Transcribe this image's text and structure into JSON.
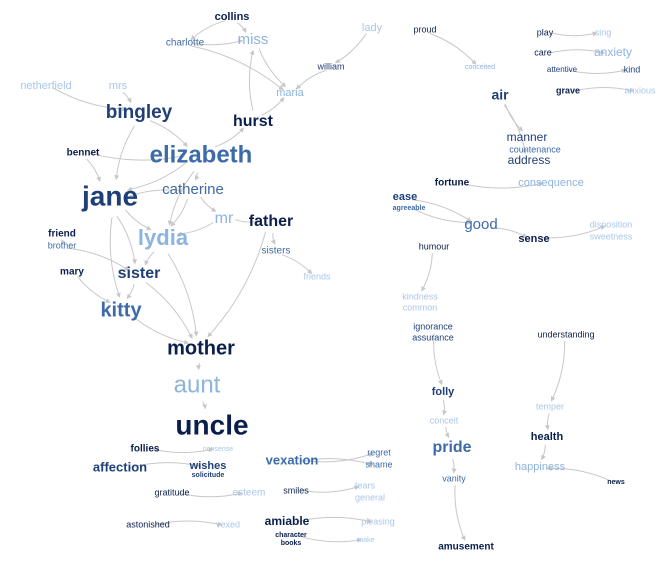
{
  "palette": {
    "c1": "#0b1f4d",
    "c2": "#1f3f78",
    "c3": "#3d6aa8",
    "c4": "#8db3df",
    "c5": "#a9c6e8",
    "edge": "#c8c8c8"
  },
  "nodes": [
    {
      "id": "collins",
      "label": "collins",
      "tone": "c1",
      "size": 11,
      "bold": true
    },
    {
      "id": "charlotte",
      "label": "charlotte",
      "tone": "c3",
      "size": 10
    },
    {
      "id": "miss",
      "label": "miss",
      "tone": "c4",
      "size": 15
    },
    {
      "id": "lady",
      "label": "lady",
      "tone": "c5",
      "size": 11
    },
    {
      "id": "william",
      "label": "william",
      "tone": "c2",
      "size": 9
    },
    {
      "id": "maria",
      "label": "maria",
      "tone": "c4",
      "size": 11
    },
    {
      "id": "netherfield",
      "label": "netherfield",
      "tone": "c5",
      "size": 11
    },
    {
      "id": "mrs",
      "label": "mrs",
      "tone": "c5",
      "size": 11
    },
    {
      "id": "bingley",
      "label": "bingley",
      "tone": "c2",
      "size": 19,
      "bold": true
    },
    {
      "id": "hurst",
      "label": "hurst",
      "tone": "c1",
      "size": 16,
      "bold": true
    },
    {
      "id": "bennet",
      "label": "bennet",
      "tone": "c1",
      "size": 10,
      "bold": true
    },
    {
      "id": "elizabeth",
      "label": "elizabeth",
      "tone": "c3",
      "size": 24,
      "bold": true
    },
    {
      "id": "jane",
      "label": "jane",
      "tone": "c2",
      "size": 28,
      "bold": true
    },
    {
      "id": "catherine",
      "label": "catherine",
      "tone": "c3",
      "size": 15
    },
    {
      "id": "mr",
      "label": "mr",
      "tone": "c4",
      "size": 16
    },
    {
      "id": "father",
      "label": "father",
      "tone": "c1",
      "size": 16,
      "bold": true
    },
    {
      "id": "friend",
      "label": "friend",
      "tone": "c1",
      "size": 10,
      "bold": true
    },
    {
      "id": "brother",
      "label": "brother",
      "tone": "c3",
      "size": 9
    },
    {
      "id": "lydia",
      "label": "lydia",
      "tone": "c4",
      "size": 22,
      "bold": true
    },
    {
      "id": "sisters",
      "label": "sisters",
      "tone": "c3",
      "size": 10
    },
    {
      "id": "friends",
      "label": "friends",
      "tone": "c5",
      "size": 9
    },
    {
      "id": "mary",
      "label": "mary",
      "tone": "c1",
      "size": 10,
      "bold": true
    },
    {
      "id": "sister",
      "label": "sister",
      "tone": "c2",
      "size": 16,
      "bold": true
    },
    {
      "id": "kitty",
      "label": "kitty",
      "tone": "c3",
      "size": 20,
      "bold": true
    },
    {
      "id": "mother",
      "label": "mother",
      "tone": "c1",
      "size": 20,
      "bold": true
    },
    {
      "id": "aunt",
      "label": "aunt",
      "tone": "c4",
      "size": 24
    },
    {
      "id": "uncle",
      "label": "uncle",
      "tone": "c1",
      "size": 28,
      "bold": true
    },
    {
      "id": "follies",
      "label": "follies",
      "tone": "c1",
      "size": 10,
      "bold": true
    },
    {
      "id": "nonsense",
      "label": "nonsense",
      "tone": "c5",
      "size": 7
    },
    {
      "id": "affection",
      "label": "affection",
      "tone": "c2",
      "size": 13,
      "bold": true
    },
    {
      "id": "wishes",
      "label": "wishes",
      "tone": "c2",
      "size": 11,
      "bold": true
    },
    {
      "id": "solicitude",
      "label": "solicitude",
      "tone": "c2",
      "size": 7,
      "bold": true
    },
    {
      "id": "gratitude",
      "label": "gratitude",
      "tone": "c1",
      "size": 9
    },
    {
      "id": "esteem",
      "label": "esteem",
      "tone": "c5",
      "size": 10
    },
    {
      "id": "astonished",
      "label": "astonished",
      "tone": "c1",
      "size": 9
    },
    {
      "id": "vexed",
      "label": "vexed",
      "tone": "c5",
      "size": 9
    },
    {
      "id": "vexation",
      "label": "vexation",
      "tone": "c3",
      "size": 13,
      "bold": true
    },
    {
      "id": "regret",
      "label": "regret",
      "tone": "c3",
      "size": 9
    },
    {
      "id": "shame",
      "label": "shame",
      "tone": "c3",
      "size": 9
    },
    {
      "id": "smiles",
      "label": "smiles",
      "tone": "c1",
      "size": 9
    },
    {
      "id": "tears",
      "label": "tears",
      "tone": "c5",
      "size": 9
    },
    {
      "id": "general",
      "label": "general",
      "tone": "c5",
      "size": 9
    },
    {
      "id": "amiable",
      "label": "amiable",
      "tone": "c1",
      "size": 12,
      "bold": true
    },
    {
      "id": "pleasing",
      "label": "pleasing",
      "tone": "c5",
      "size": 9
    },
    {
      "id": "character",
      "label": "character",
      "tone": "c1",
      "size": 7,
      "bold": true
    },
    {
      "id": "books",
      "label": "books",
      "tone": "c1",
      "size": 7,
      "bold": true
    },
    {
      "id": "make",
      "label": "make",
      "tone": "c5",
      "size": 7
    },
    {
      "id": "proud",
      "label": "proud",
      "tone": "c1",
      "size": 9
    },
    {
      "id": "conceited",
      "label": "conceited",
      "tone": "c4",
      "size": 7
    },
    {
      "id": "air",
      "label": "air",
      "tone": "c2",
      "size": 14,
      "bold": true
    },
    {
      "id": "manner",
      "label": "manner",
      "tone": "c2",
      "size": 12
    },
    {
      "id": "countenance",
      "label": "countenance",
      "tone": "c3",
      "size": 9
    },
    {
      "id": "address",
      "label": "address",
      "tone": "c2",
      "size": 12
    },
    {
      "id": "play",
      "label": "play",
      "tone": "c1",
      "size": 9
    },
    {
      "id": "sing",
      "label": "sing",
      "tone": "c5",
      "size": 9
    },
    {
      "id": "care",
      "label": "care",
      "tone": "c1",
      "size": 9
    },
    {
      "id": "anxiety",
      "label": "anxiety",
      "tone": "c4",
      "size": 12
    },
    {
      "id": "attentive",
      "label": "attentive",
      "tone": "c2",
      "size": 8
    },
    {
      "id": "kind",
      "label": "kind",
      "tone": "c2",
      "size": 9
    },
    {
      "id": "grave",
      "label": "grave",
      "tone": "c1",
      "size": 9,
      "bold": true
    },
    {
      "id": "anxious",
      "label": "anxious",
      "tone": "c5",
      "size": 9
    },
    {
      "id": "fortune",
      "label": "fortune",
      "tone": "c1",
      "size": 10,
      "bold": true
    },
    {
      "id": "consequence",
      "label": "consequence",
      "tone": "c4",
      "size": 11
    },
    {
      "id": "ease",
      "label": "ease",
      "tone": "c2",
      "size": 11,
      "bold": true
    },
    {
      "id": "agreeable",
      "label": "agreeable",
      "tone": "c3",
      "size": 7,
      "bold": true
    },
    {
      "id": "good",
      "label": "good",
      "tone": "c3",
      "size": 15
    },
    {
      "id": "sense",
      "label": "sense",
      "tone": "c1",
      "size": 11,
      "bold": true
    },
    {
      "id": "disposition",
      "label": "disposition",
      "tone": "c5",
      "size": 9
    },
    {
      "id": "sweetness",
      "label": "sweetness",
      "tone": "c5",
      "size": 9
    },
    {
      "id": "humour",
      "label": "humour",
      "tone": "c1",
      "size": 9
    },
    {
      "id": "kindness",
      "label": "kindness",
      "tone": "c5",
      "size": 9
    },
    {
      "id": "common",
      "label": "common",
      "tone": "c5",
      "size": 9
    },
    {
      "id": "ignorance",
      "label": "ignorance",
      "tone": "c2",
      "size": 9
    },
    {
      "id": "assurance",
      "label": "assurance",
      "tone": "c2",
      "size": 9
    },
    {
      "id": "understanding",
      "label": "understanding",
      "tone": "c1",
      "size": 9
    },
    {
      "id": "folly",
      "label": "folly",
      "tone": "c2",
      "size": 11,
      "bold": true
    },
    {
      "id": "temper",
      "label": "temper",
      "tone": "c5",
      "size": 9
    },
    {
      "id": "conceit",
      "label": "conceit",
      "tone": "c5",
      "size": 9
    },
    {
      "id": "health",
      "label": "health",
      "tone": "c1",
      "size": 11,
      "bold": true
    },
    {
      "id": "pride",
      "label": "pride",
      "tone": "c3",
      "size": 16,
      "bold": true
    },
    {
      "id": "happiness",
      "label": "happiness",
      "tone": "c4",
      "size": 11
    },
    {
      "id": "vanity",
      "label": "vanity",
      "tone": "c3",
      "size": 9
    },
    {
      "id": "news",
      "label": "news",
      "tone": "c1",
      "size": 7,
      "bold": true
    },
    {
      "id": "amusement",
      "label": "amusement",
      "tone": "c1",
      "size": 10,
      "bold": true
    }
  ],
  "edges": [
    [
      "collins",
      "charlotte"
    ],
    [
      "collins",
      "miss"
    ],
    [
      "charlotte",
      "miss"
    ],
    [
      "charlotte",
      "maria"
    ],
    [
      "miss",
      "maria"
    ],
    [
      "lady",
      "william"
    ],
    [
      "william",
      "maria"
    ],
    [
      "hurst",
      "miss"
    ],
    [
      "hurst",
      "maria"
    ],
    [
      "mrs",
      "bingley"
    ],
    [
      "netherfield",
      "bingley"
    ],
    [
      "bingley",
      "elizabeth"
    ],
    [
      "bingley",
      "jane"
    ],
    [
      "bennet",
      "jane"
    ],
    [
      "bennet",
      "elizabeth"
    ],
    [
      "elizabeth",
      "jane"
    ],
    [
      "elizabeth",
      "hurst"
    ],
    [
      "elizabeth",
      "catherine"
    ],
    [
      "elizabeth",
      "lydia"
    ],
    [
      "jane",
      "catherine"
    ],
    [
      "jane",
      "lydia"
    ],
    [
      "jane",
      "sister"
    ],
    [
      "jane",
      "kitty"
    ],
    [
      "catherine",
      "lydia"
    ],
    [
      "catherine",
      "mr"
    ],
    [
      "mr",
      "lydia"
    ],
    [
      "mr",
      "father"
    ],
    [
      "father",
      "mother"
    ],
    [
      "father",
      "sisters"
    ],
    [
      "sisters",
      "friends"
    ],
    [
      "friend",
      "brother"
    ],
    [
      "brother",
      "sister"
    ],
    [
      "mary",
      "kitty"
    ],
    [
      "sister",
      "kitty"
    ],
    [
      "lydia",
      "sister"
    ],
    [
      "lydia",
      "mother"
    ],
    [
      "kitty",
      "mother"
    ],
    [
      "sister",
      "mother"
    ],
    [
      "mother",
      "aunt"
    ],
    [
      "aunt",
      "uncle"
    ],
    [
      "follies",
      "nonsense"
    ],
    [
      "affection",
      "wishes"
    ],
    [
      "gratitude",
      "esteem"
    ],
    [
      "astonished",
      "vexed"
    ],
    [
      "vexation",
      "regret"
    ],
    [
      "vexation",
      "shame"
    ],
    [
      "smiles",
      "tears"
    ],
    [
      "amiable",
      "pleasing"
    ],
    [
      "character",
      "make"
    ],
    [
      "proud",
      "conceited"
    ],
    [
      "air",
      "manner"
    ],
    [
      "air",
      "address"
    ],
    [
      "play",
      "sing"
    ],
    [
      "care",
      "anxiety"
    ],
    [
      "attentive",
      "kind"
    ],
    [
      "grave",
      "anxious"
    ],
    [
      "fortune",
      "consequence"
    ],
    [
      "ease",
      "good"
    ],
    [
      "agreeable",
      "good"
    ],
    [
      "good",
      "sense"
    ],
    [
      "sense",
      "disposition"
    ],
    [
      "humour",
      "kindness"
    ],
    [
      "ignorance",
      "folly"
    ],
    [
      "folly",
      "conceit"
    ],
    [
      "conceit",
      "pride"
    ],
    [
      "pride",
      "vanity"
    ],
    [
      "vanity",
      "amusement"
    ],
    [
      "understanding",
      "temper"
    ],
    [
      "temper",
      "health"
    ],
    [
      "health",
      "happiness"
    ],
    [
      "news",
      "happiness"
    ]
  ]
}
